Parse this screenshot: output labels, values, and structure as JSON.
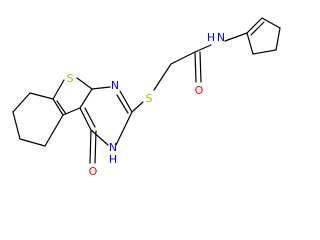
{
  "molecule": {
    "atoms": {
      "nh": "H",
      "n_amide": "N",
      "o_amide": "O",
      "s_thioether": "S",
      "n_ring_top": "N",
      "s_thiophene": "S",
      "nh_ring": "N",
      "h_ring": "H",
      "o_ketone": "O"
    },
    "colors": {
      "bond": "#000000",
      "nitrogen": "#0000ff",
      "oxygen": "#ff0000",
      "sulfur": "#b8b800"
    }
  }
}
